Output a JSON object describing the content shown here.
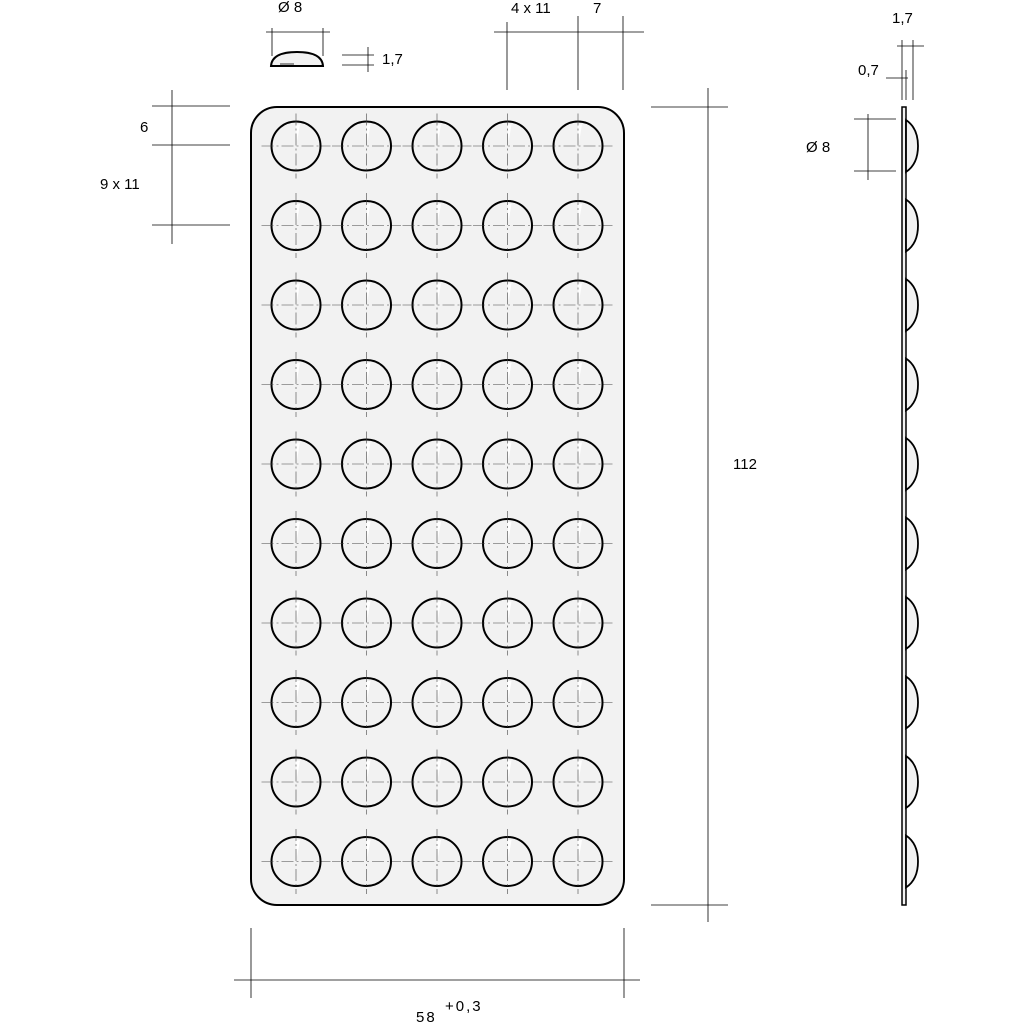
{
  "grid": {
    "columns": 5,
    "rows": 10
  },
  "labels": {
    "dome_diameter_top": "Ø 8",
    "dome_height": "1,7",
    "column_pitch": "4 x 11",
    "edge_offset_x": "7",
    "edge_offset_y": "6",
    "row_pitch": "9 x 11",
    "total_height": "112",
    "width_main": "58",
    "width_tolerance": "+0,3",
    "side_total_thickness": "1,7",
    "side_base_thickness": "0,7",
    "side_dome_diameter": "Ø 8"
  }
}
